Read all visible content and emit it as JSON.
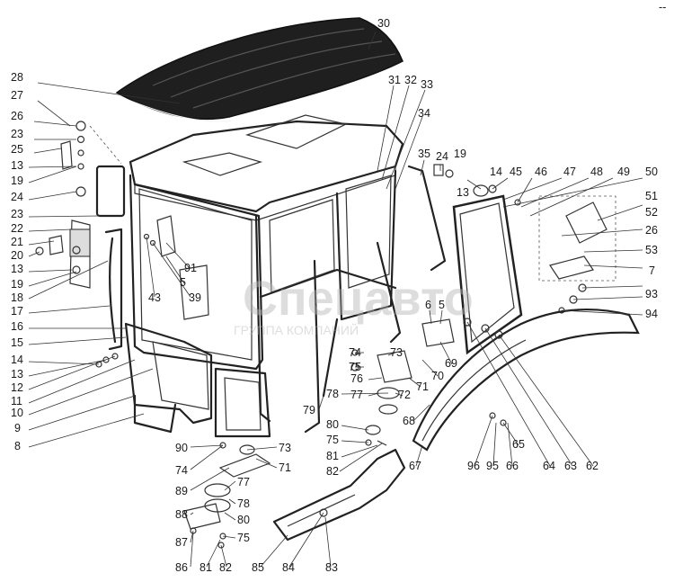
{
  "figure": {
    "corner_mark": "--",
    "watermark": {
      "brand": "Спецавто",
      "subtitle": "ГРУППА КОМПАНИЙ"
    }
  },
  "callouts": [
    {
      "id": "c30",
      "text": "30"
    },
    {
      "id": "c28",
      "text": "28"
    },
    {
      "id": "c27",
      "text": "27"
    },
    {
      "id": "c26a",
      "text": "26"
    },
    {
      "id": "c23a",
      "text": "23"
    },
    {
      "id": "c25",
      "text": "25"
    },
    {
      "id": "c13a",
      "text": "13"
    },
    {
      "id": "c19a",
      "text": "19"
    },
    {
      "id": "c24a",
      "text": "24"
    },
    {
      "id": "c23b",
      "text": "23"
    },
    {
      "id": "c22",
      "text": "22"
    },
    {
      "id": "c21",
      "text": "21"
    },
    {
      "id": "c20",
      "text": "20"
    },
    {
      "id": "c13b",
      "text": "13"
    },
    {
      "id": "c19b",
      "text": "19"
    },
    {
      "id": "c18",
      "text": "18"
    },
    {
      "id": "c17",
      "text": "17"
    },
    {
      "id": "c16",
      "text": "16"
    },
    {
      "id": "c15",
      "text": "15"
    },
    {
      "id": "c14a",
      "text": "14"
    },
    {
      "id": "c13c",
      "text": "13"
    },
    {
      "id": "c12",
      "text": "12"
    },
    {
      "id": "c11",
      "text": "11"
    },
    {
      "id": "c10",
      "text": "10"
    },
    {
      "id": "c9",
      "text": "9"
    },
    {
      "id": "c8",
      "text": "8"
    },
    {
      "id": "c31",
      "text": "31"
    },
    {
      "id": "c32",
      "text": "32"
    },
    {
      "id": "c33",
      "text": "33"
    },
    {
      "id": "c34",
      "text": "34"
    },
    {
      "id": "c35",
      "text": "35"
    },
    {
      "id": "c24b",
      "text": "24"
    },
    {
      "id": "c19c",
      "text": "19"
    },
    {
      "id": "c14b",
      "text": "14"
    },
    {
      "id": "c13d",
      "text": "13"
    },
    {
      "id": "c45",
      "text": "45"
    },
    {
      "id": "c46",
      "text": "46"
    },
    {
      "id": "c47",
      "text": "47"
    },
    {
      "id": "c48",
      "text": "48"
    },
    {
      "id": "c49",
      "text": "49"
    },
    {
      "id": "c50",
      "text": "50"
    },
    {
      "id": "c51",
      "text": "51"
    },
    {
      "id": "c52",
      "text": "52"
    },
    {
      "id": "c26b",
      "text": "26"
    },
    {
      "id": "c53",
      "text": "53"
    },
    {
      "id": "c7",
      "text": "7"
    },
    {
      "id": "c93",
      "text": "93"
    },
    {
      "id": "c94",
      "text": "94"
    },
    {
      "id": "c91",
      "text": "91"
    },
    {
      "id": "c5a",
      "text": "5"
    },
    {
      "id": "c43",
      "text": "43"
    },
    {
      "id": "c39",
      "text": "39"
    },
    {
      "id": "c6",
      "text": "6"
    },
    {
      "id": "c5b",
      "text": "5"
    },
    {
      "id": "c74a",
      "text": "74"
    },
    {
      "id": "c75a",
      "text": "75"
    },
    {
      "id": "c73a",
      "text": "73"
    },
    {
      "id": "c76",
      "text": "76"
    },
    {
      "id": "c77a",
      "text": "77"
    },
    {
      "id": "c72",
      "text": "72"
    },
    {
      "id": "c71a",
      "text": "71"
    },
    {
      "id": "c70",
      "text": "70"
    },
    {
      "id": "c69",
      "text": "69"
    },
    {
      "id": "c78a",
      "text": "78"
    },
    {
      "id": "c79",
      "text": "79"
    },
    {
      "id": "c80a",
      "text": "80"
    },
    {
      "id": "c75b",
      "text": "75"
    },
    {
      "id": "c81a",
      "text": "81"
    },
    {
      "id": "c82a",
      "text": "82"
    },
    {
      "id": "c68",
      "text": "68"
    },
    {
      "id": "c65",
      "text": "65"
    },
    {
      "id": "c67",
      "text": "67"
    },
    {
      "id": "c96",
      "text": "96"
    },
    {
      "id": "c95",
      "text": "95"
    },
    {
      "id": "c66",
      "text": "66"
    },
    {
      "id": "c64",
      "text": "64"
    },
    {
      "id": "c63",
      "text": "63"
    },
    {
      "id": "c62",
      "text": "62"
    },
    {
      "id": "c90",
      "text": "90"
    },
    {
      "id": "c73b",
      "text": "73"
    },
    {
      "id": "c74b",
      "text": "74"
    },
    {
      "id": "c71b",
      "text": "71"
    },
    {
      "id": "c89",
      "text": "89"
    },
    {
      "id": "c77b",
      "text": "77"
    },
    {
      "id": "c78b",
      "text": "78"
    },
    {
      "id": "c88",
      "text": "88"
    },
    {
      "id": "c80b",
      "text": "80"
    },
    {
      "id": "c87",
      "text": "87"
    },
    {
      "id": "c75c",
      "text": "75"
    },
    {
      "id": "c86",
      "text": "86"
    },
    {
      "id": "c81b",
      "text": "81"
    },
    {
      "id": "c82b",
      "text": "82"
    },
    {
      "id": "c85",
      "text": "85"
    },
    {
      "id": "c84",
      "text": "84"
    },
    {
      "id": "c83",
      "text": "83"
    }
  ]
}
